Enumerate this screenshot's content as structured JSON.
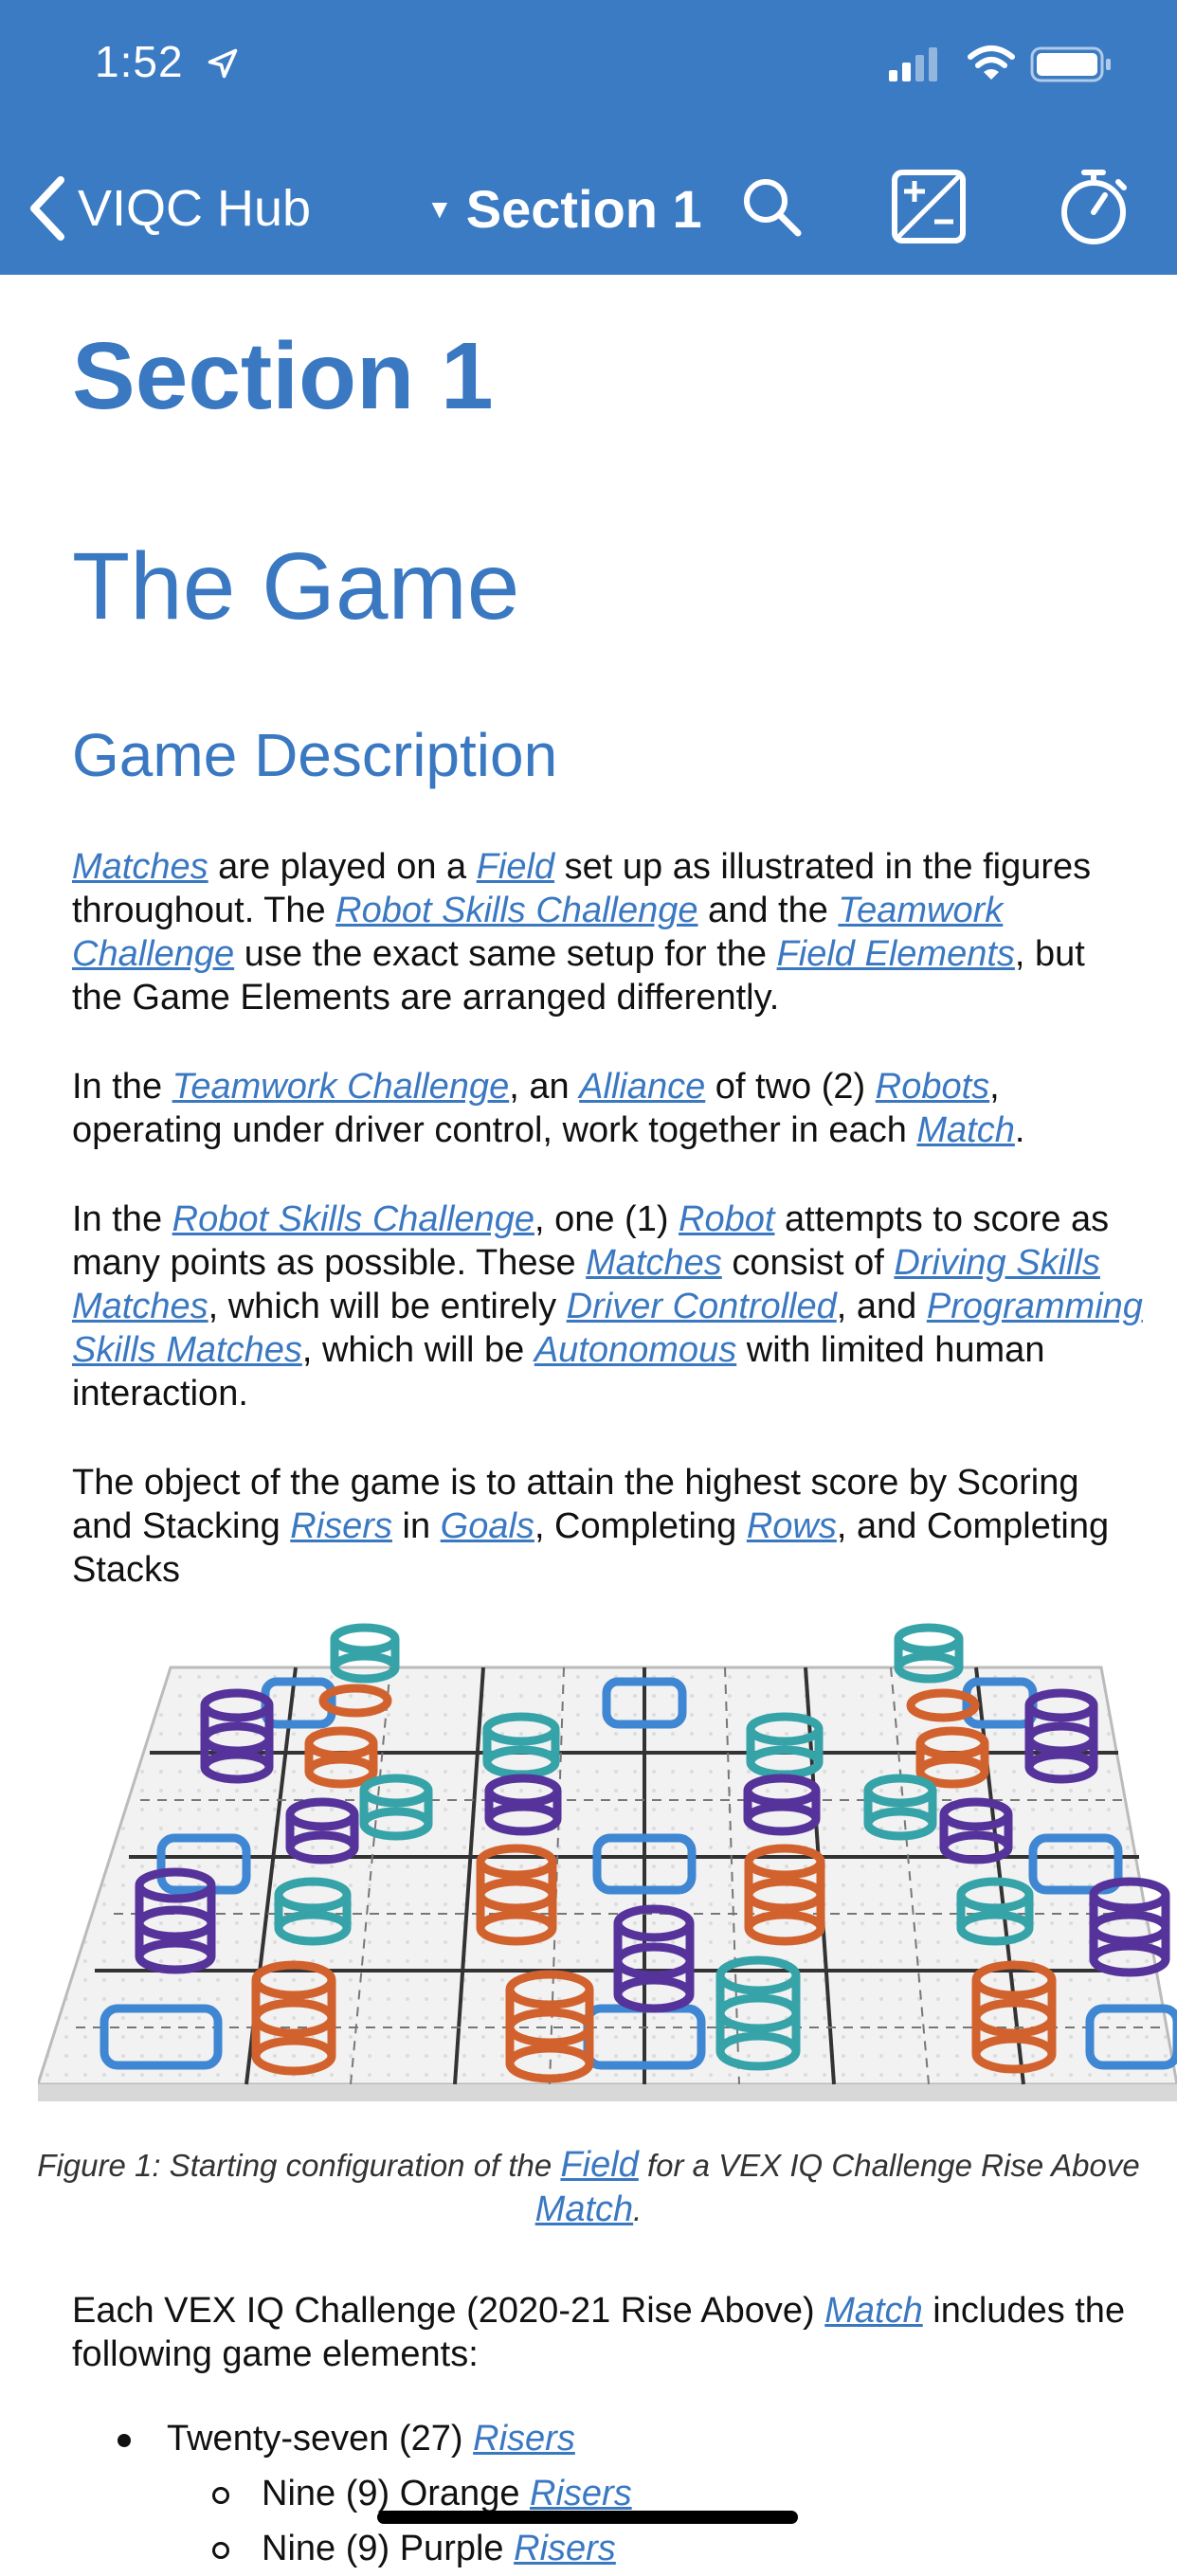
{
  "status": {
    "time": "1:52"
  },
  "nav": {
    "back_label": "VIQC Hub",
    "title": "Section 1"
  },
  "headings": {
    "section": "Section 1",
    "game": "The Game",
    "description": "Game Description"
  },
  "paragraphs": {
    "p1": [
      "Matches",
      " are played on a ",
      "Field",
      " set up as illustrated in the figures throughout. The ",
      "Robot Skills Challenge",
      " and the ",
      "Teamwork Challenge",
      " use the exact same setup for the ",
      "Field Elements",
      ", but the Game Elements are arranged differently."
    ],
    "p2": [
      "In the ",
      "Teamwork Challenge",
      ", an ",
      "Alliance",
      " of two (2) ",
      "Robots",
      ", operating under driver control, work together in each ",
      "Match",
      "."
    ],
    "p3": [
      "In the ",
      "Robot Skills Challenge",
      ", one (1) ",
      "Robot",
      " attempts to score as many points as possible. These ",
      "Matches",
      " consist of ",
      "Driving Skills Matches",
      ", which will be entirely ",
      "Driver Controlled",
      ", and ",
      "Programming Skills Matches",
      ", which will be ",
      "Autonomous",
      " with limited human interaction."
    ],
    "p4": [
      "The object of the game is to attain the highest score by Scoring and Stacking ",
      "Risers",
      " in ",
      "Goals",
      ", Completing ",
      "Rows",
      ", and Completing Stacks"
    ],
    "p5": [
      "Each VEX IQ Challenge (2020-21 Rise Above) ",
      "Match",
      " includes the following game elements:"
    ]
  },
  "figure": {
    "caption": [
      "Figure 1: Starting configuration of the ",
      "Field",
      " for a VEX IQ Challenge Rise Above ",
      "Match",
      "."
    ]
  },
  "list": {
    "item1": [
      "Twenty-seven (27) ",
      "Risers"
    ],
    "sub1": [
      "Nine (9) Orange ",
      "Risers"
    ],
    "sub2": [
      "Nine (9) Purple ",
      "Risers"
    ]
  },
  "colors": {
    "bar": "#3a7bc4",
    "heading": "#3a78c2",
    "orange": "#d2622d",
    "purple": "#55339a",
    "teal": "#35a3a8",
    "goal": "#3f86d3"
  }
}
